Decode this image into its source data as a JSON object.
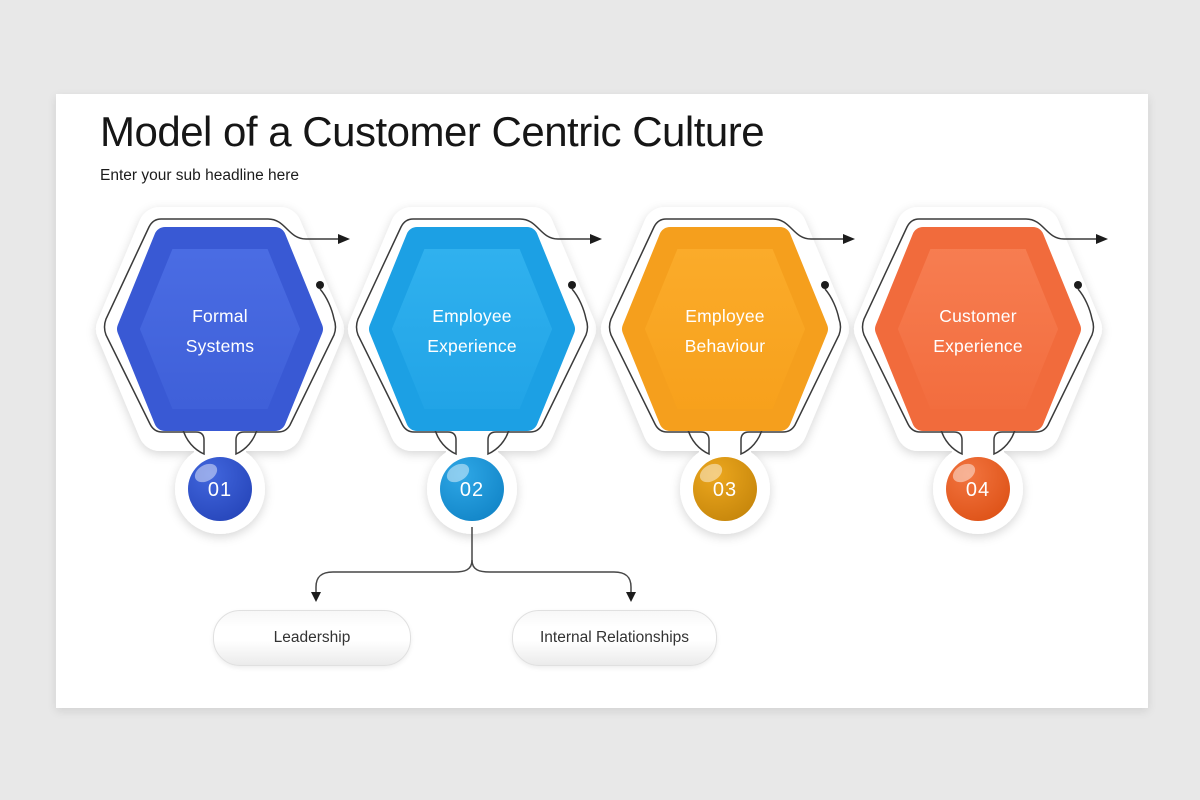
{
  "page": {
    "background": "#e8e8e8",
    "slide_background": "#ffffff"
  },
  "header": {
    "title": "Model of a Customer Centric Culture",
    "subtitle": "Enter your sub headline here"
  },
  "units": [
    {
      "number": "01",
      "line1": "Formal",
      "line2": "Systems",
      "colors": {
        "hex_light": "#4b6de4",
        "hex_dark": "#3e5fd8",
        "hex_edge": "#3959d4",
        "circle_light": "#4166dd",
        "circle_dark": "#2240b4"
      }
    },
    {
      "number": "02",
      "line1": "Employee",
      "line2": "Experience",
      "colors": {
        "hex_light": "#31b2ef",
        "hex_dark": "#20a3e6",
        "hex_edge": "#1ca0e4",
        "circle_light": "#2ea7e6",
        "circle_dark": "#0d7fc2"
      }
    },
    {
      "number": "03",
      "line1": "Employee",
      "line2": "Behaviour",
      "colors": {
        "hex_light": "#fbac2b",
        "hex_dark": "#f7a01b",
        "hex_edge": "#f59f1d",
        "circle_light": "#eca71e",
        "circle_dark": "#bf8008"
      }
    },
    {
      "number": "04",
      "line1": "Customer",
      "line2": "Experience",
      "colors": {
        "hex_light": "#f77e52",
        "hex_dark": "#f26c3d",
        "hex_edge": "#f16b3c",
        "circle_light": "#f2743f",
        "circle_dark": "#da4c10"
      }
    }
  ],
  "sub_nodes": [
    {
      "label": "Leadership"
    },
    {
      "label": "Internal Relationships"
    }
  ],
  "styles": {
    "outline_color": "#3b3b3b",
    "connector_color": "#1c1c1c",
    "connector_line_color": "#474747"
  }
}
